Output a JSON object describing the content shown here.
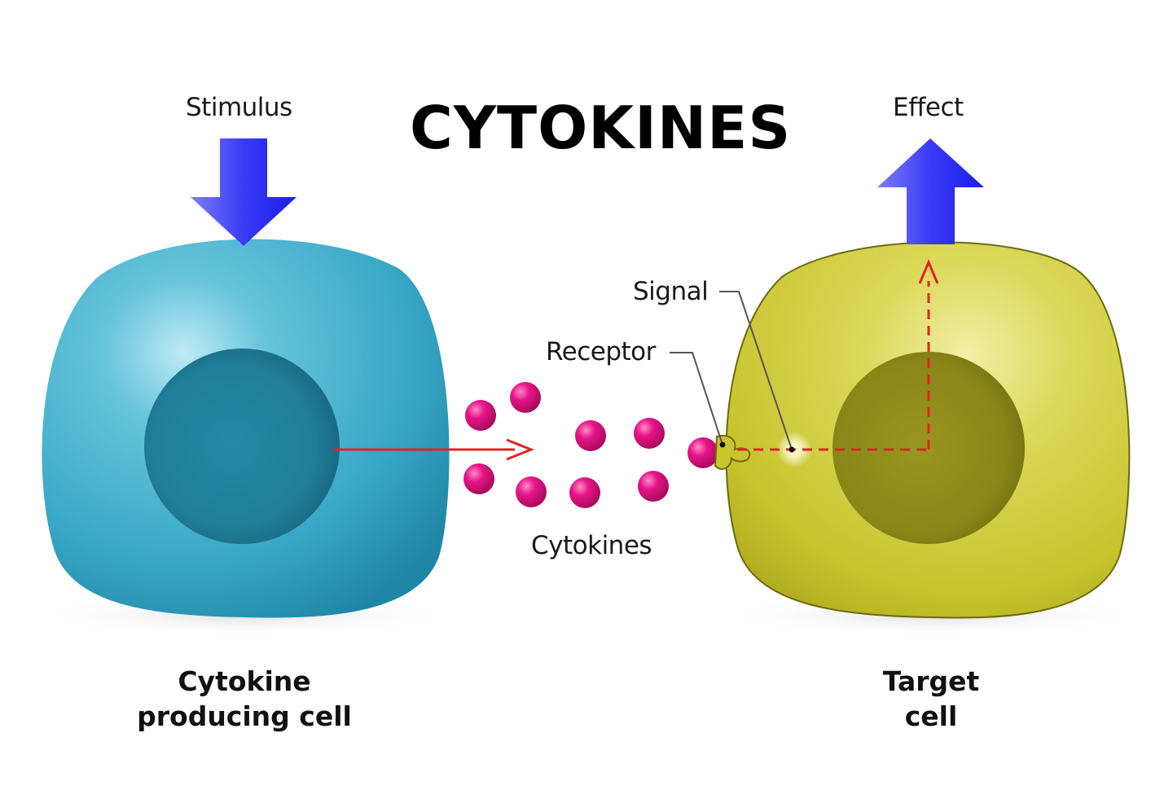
{
  "title": "CYTOKINES",
  "labels": {
    "stimulus": "Stimulus",
    "effect": "Effect",
    "signal": "Signal",
    "receptor": "Receptor",
    "cytokines": "Cytokines"
  },
  "cells": {
    "producing": {
      "line1": "Cytokine",
      "line2": "producing cell",
      "color": "#35a8c6",
      "nucleus_color": "#1f7f9a"
    },
    "target": {
      "line1": "Target",
      "line2": "cell",
      "color": "#c9c52e",
      "nucleus_color": "#8e8a18"
    }
  },
  "colors": {
    "arrow_blue": "#2a2af5",
    "cytokine_magenta": "#e0127d",
    "signal_red": "#e02020"
  }
}
